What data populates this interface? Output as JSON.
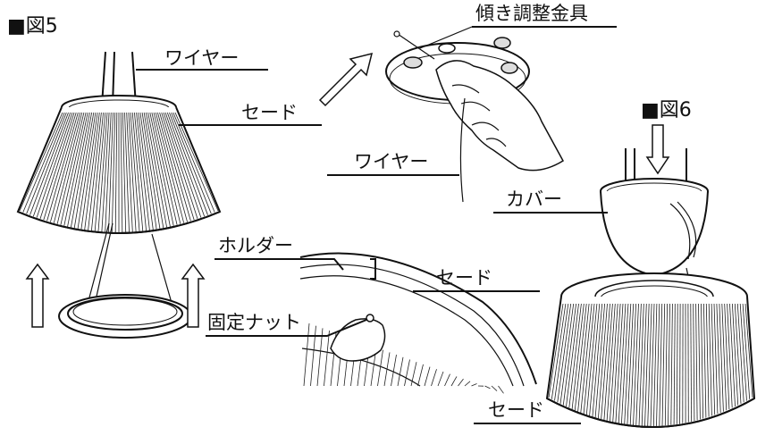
{
  "figures": {
    "fig5": {
      "title": "■図5"
    },
    "fig6": {
      "title": "■図6"
    }
  },
  "labels": {
    "wire_top": "ワイヤー",
    "shade_main": "セード",
    "tilt_bracket": "傾き調整金具",
    "wire_detail": "ワイヤー",
    "holder": "ホルダー",
    "shade_detail": "セード",
    "fixing_nut": "固定ナット",
    "cover": "カバー",
    "shade_fig6": "セード"
  },
  "icons": [
    "up-arrow-icon",
    "diagonal-arrow-icon",
    "down-arrow-icon",
    "hand-icon"
  ]
}
